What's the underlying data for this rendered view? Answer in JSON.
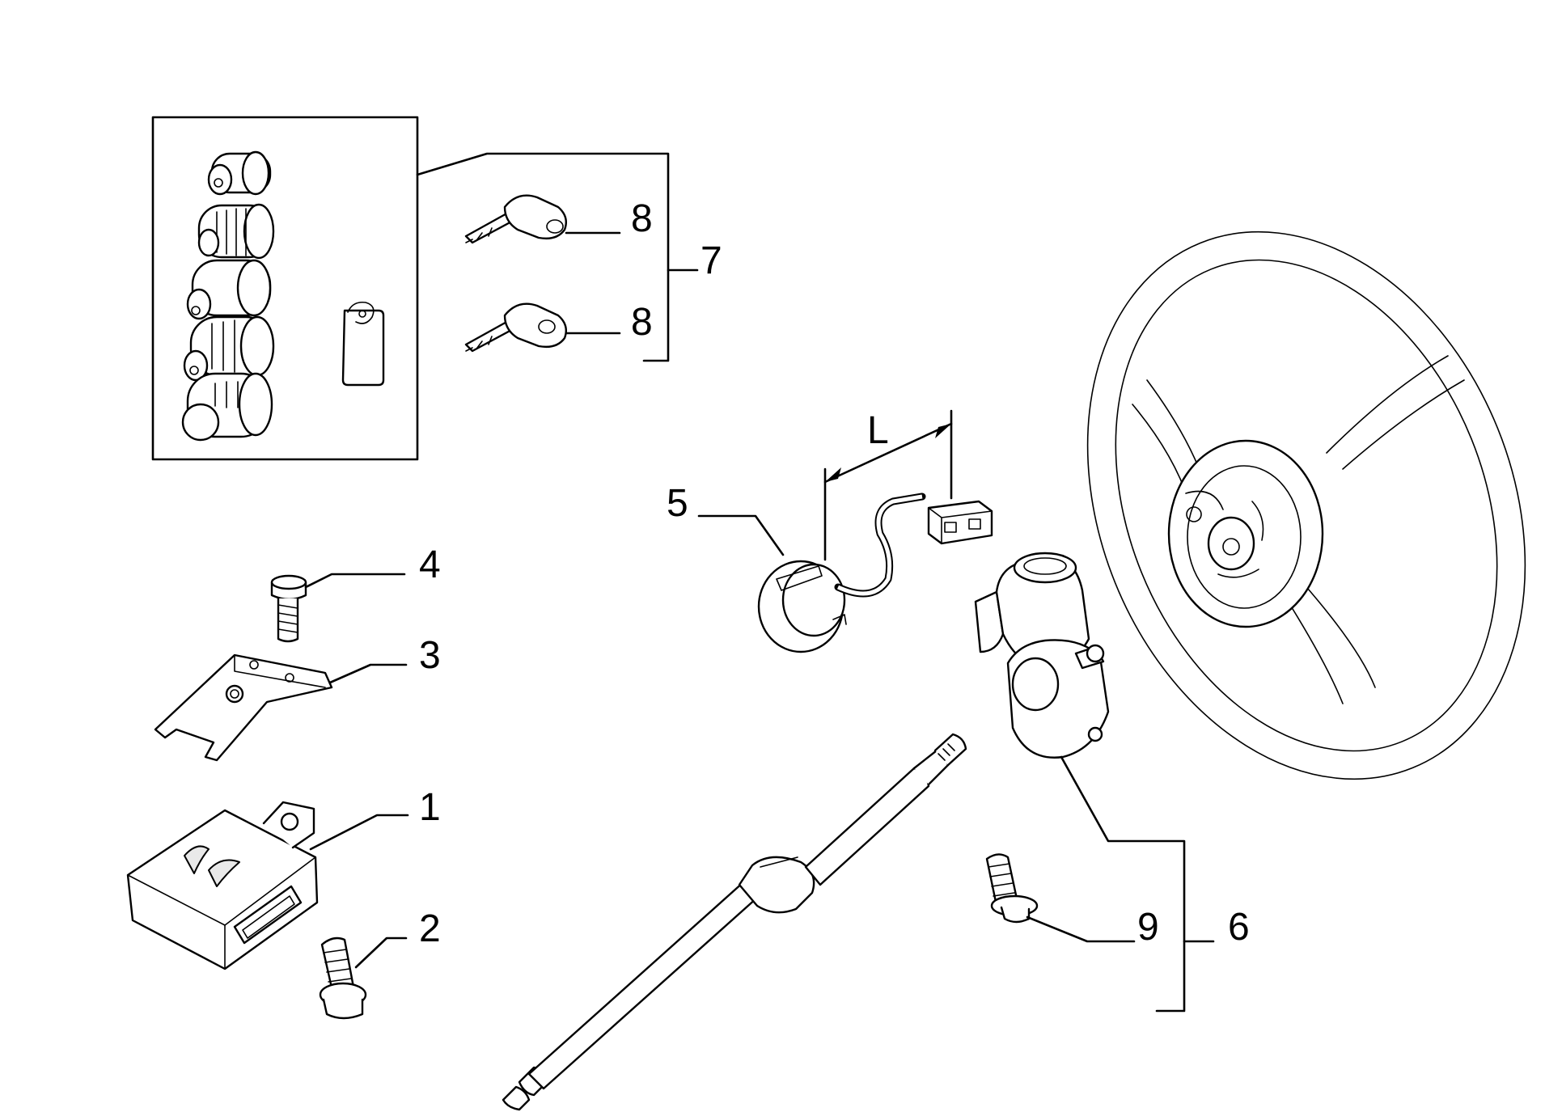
{
  "callouts": {
    "part_1": "1",
    "part_2": "2",
    "part_3": "3",
    "part_4": "4",
    "part_5": "5",
    "part_6": "6",
    "part_7": "7",
    "part_8_top": "8",
    "part_8_bottom": "8",
    "part_9": "9",
    "dimension_L": "L"
  },
  "icons": {
    "lock_cylinders": "lock-cylinder-set-icon",
    "key_tag": "key-tag-icon",
    "keys": "ignition-key-icon",
    "bolt": "bolt-icon",
    "bracket": "mounting-bracket-icon",
    "control_unit": "immobilizer-control-unit-icon",
    "screw": "screw-icon",
    "antenna_ring": "antenna-ring-icon",
    "steering_lock": "steering-lock-housing-icon",
    "steering_column": "steering-column-shaft-icon",
    "steering_wheel": "steering-wheel-icon"
  }
}
